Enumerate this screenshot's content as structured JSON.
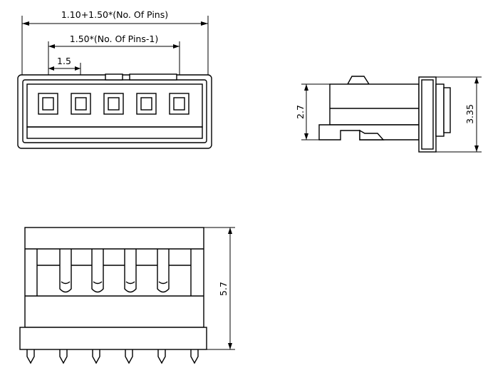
{
  "dimensions": {
    "overall_width": "1.10+1.50*(No. Of Pins)",
    "pin_span": "1.50*(No. Of Pins-1)",
    "pitch": "1.5",
    "side_height": "2.7",
    "side_total_height": "3.35",
    "bottom_height": "5.7"
  }
}
